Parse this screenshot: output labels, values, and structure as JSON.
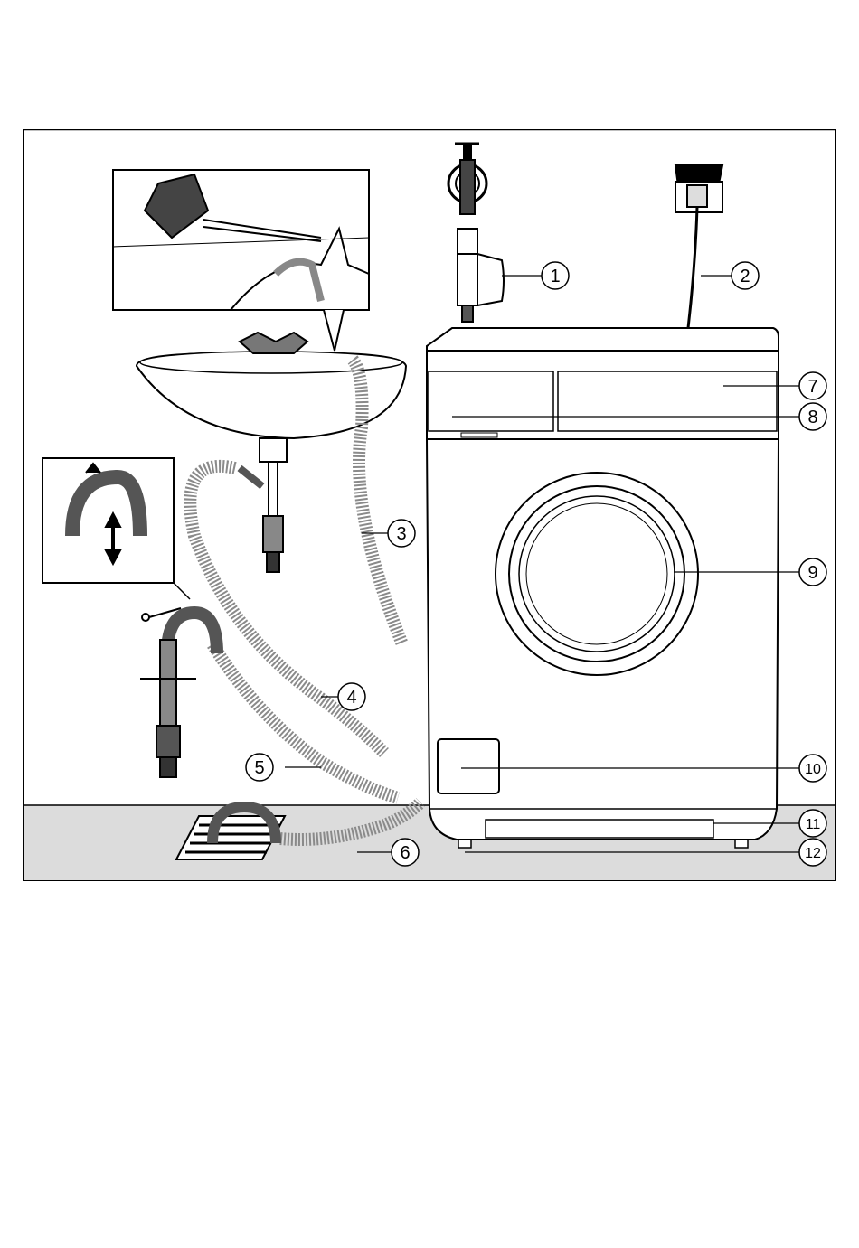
{
  "callouts": [
    {
      "id": "1",
      "label": "1"
    },
    {
      "id": "2",
      "label": "2"
    },
    {
      "id": "3",
      "label": "3"
    },
    {
      "id": "4",
      "label": "4"
    },
    {
      "id": "5",
      "label": "5"
    },
    {
      "id": "6",
      "label": "6"
    },
    {
      "id": "7",
      "label": "7"
    },
    {
      "id": "8",
      "label": "8"
    },
    {
      "id": "9",
      "label": "9"
    },
    {
      "id": "10",
      "label": "10"
    },
    {
      "id": "11",
      "label": "11"
    },
    {
      "id": "12",
      "label": "12"
    }
  ],
  "colors": {
    "line": "#000000",
    "floor": "#dcdcdc",
    "background": "#ffffff",
    "hose": "#8a8a8a"
  }
}
